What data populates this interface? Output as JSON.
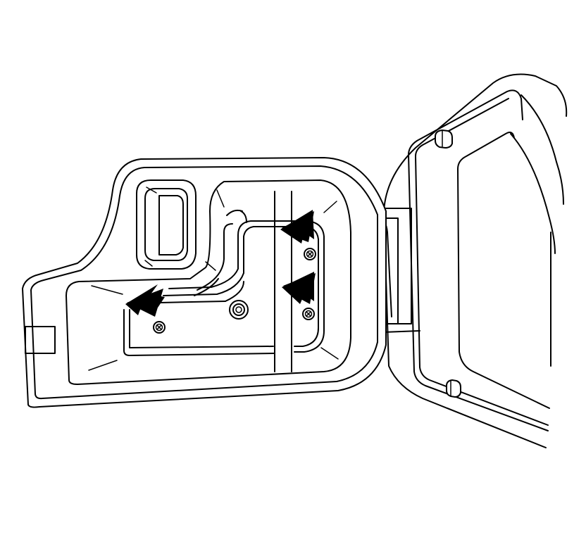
{
  "figure": {
    "type": "technical line illustration",
    "description_visible_text": [],
    "colors": {
      "line": "#000000",
      "background": "#ffffff",
      "arrow": "#000000"
    }
  },
  "callouts": [
    {
      "name": "arrow-left-fastener",
      "icon": "pointer-arrow"
    },
    {
      "name": "arrow-upper-fastener",
      "icon": "pointer-arrow"
    },
    {
      "name": "arrow-middle-fastener",
      "icon": "pointer-arrow"
    }
  ],
  "fasteners": [
    {
      "name": "screw-left",
      "icon": "screw-head"
    },
    {
      "name": "screw-upper-right",
      "icon": "screw-head"
    },
    {
      "name": "screw-lower-right",
      "icon": "screw-head"
    }
  ]
}
